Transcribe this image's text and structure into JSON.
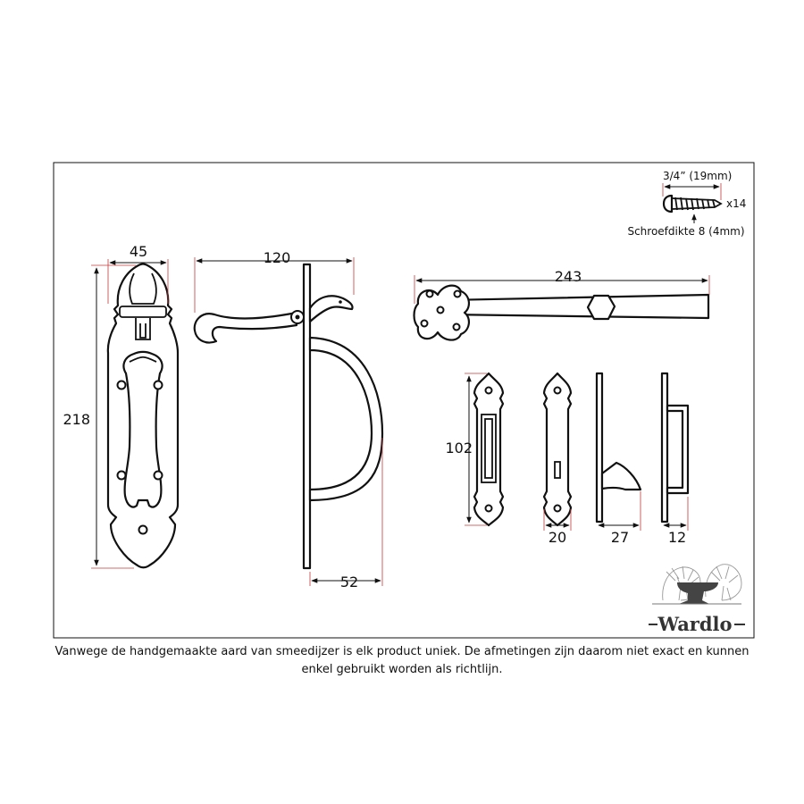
{
  "dimensions": {
    "width_backplate": "45",
    "height_backplate": "218",
    "width_thumb_lever": "120",
    "projection_handle": "52",
    "length_latch_bar": "243",
    "height_keeper": "102",
    "width_keeper": "20",
    "depth_catch": "27",
    "depth_staple": "12"
  },
  "screw": {
    "length": "3/4” (19mm)",
    "quantity": "x14",
    "gauge": "Schroefdikte 8 (4mm)"
  },
  "logo": {
    "text": "Wardlo"
  },
  "footnote": "Vanwege de handgemaakte aard van smeedijzer is elk product uniek. De afmetingen zijn daarom niet exact en kunnen enkel gebruikt worden als richtlijn.",
  "colors": {
    "line": "#111111",
    "extension_line": "#c43a3a",
    "background": "#ffffff"
  }
}
